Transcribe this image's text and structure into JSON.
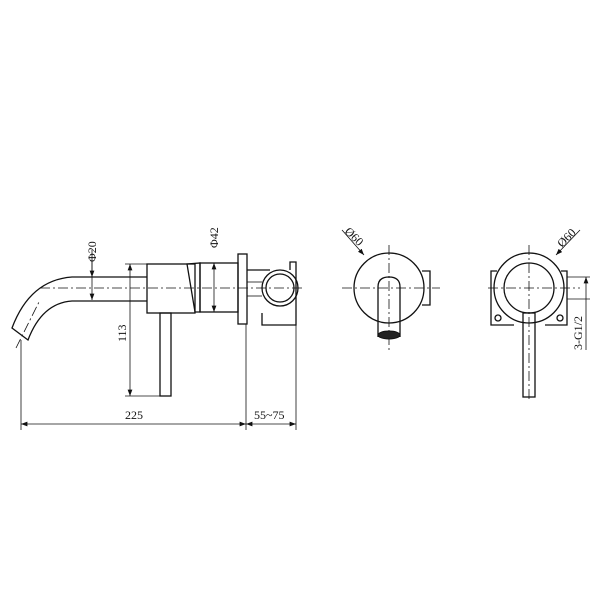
{
  "dimensions": {
    "spout_diameter": "Φ20",
    "body_diameter": "Φ42",
    "lever_height": "113",
    "spout_length": "225",
    "wall_depth": "55~75",
    "front_plate_diameter": "Ø60",
    "back_plate_diameter": "Ø60",
    "thread": "3-G1/2"
  }
}
